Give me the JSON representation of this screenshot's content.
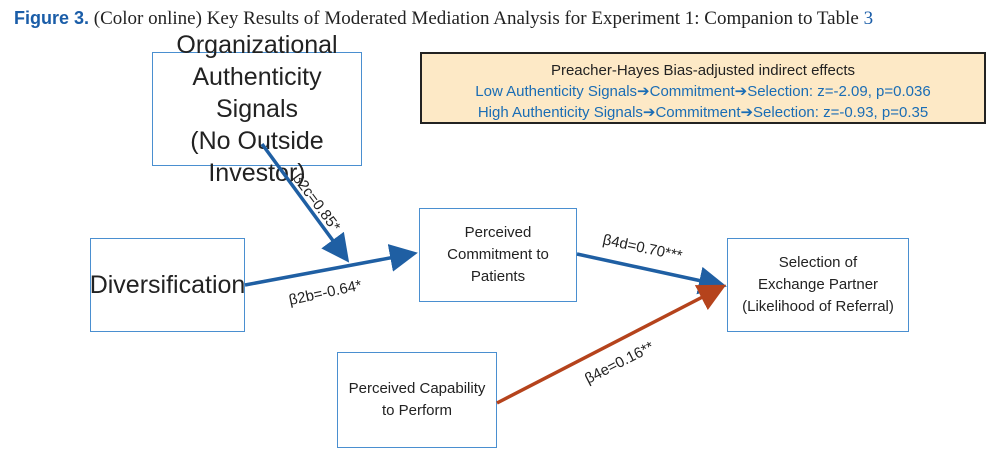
{
  "caption": {
    "figure_label": "Figure 3.",
    "text": "(Color online) Key Results of Moderated Mediation Analysis for Experiment 1: Companion to Table",
    "table_ref": "3"
  },
  "nodes": {
    "org": [
      "Organizational",
      "Authenticity Signals",
      "(No Outside Investor)"
    ],
    "div": [
      "Diversification"
    ],
    "pcp": [
      "Perceived",
      "Commitment to",
      "Patients"
    ],
    "sel": [
      "Selection of",
      "Exchange Partner",
      "(Likelihood of Referral)"
    ],
    "cap": [
      "Perceived Capability",
      "to Perform"
    ]
  },
  "note": {
    "heading": "Preacher-Hayes Bias-adjusted indirect effects",
    "lines": [
      "Low Authenticity Signals➔Commitment➔Selection: z=-2.09, p=0.036",
      "High Authenticity Signals➔Commitment➔Selection: z=-0.93, p=0.35"
    ]
  },
  "edges": {
    "b2c": "β2c=0.85*",
    "b2b": "β2b=-0.64*",
    "b4d": "β4d=0.70***",
    "b4e": "β4e=0.16**"
  },
  "colors": {
    "blue_arrow": "#1f5fa3",
    "red_arrow": "#b5431c",
    "box_border": "#4a8fd0",
    "note_bg": "#fde9c6"
  }
}
